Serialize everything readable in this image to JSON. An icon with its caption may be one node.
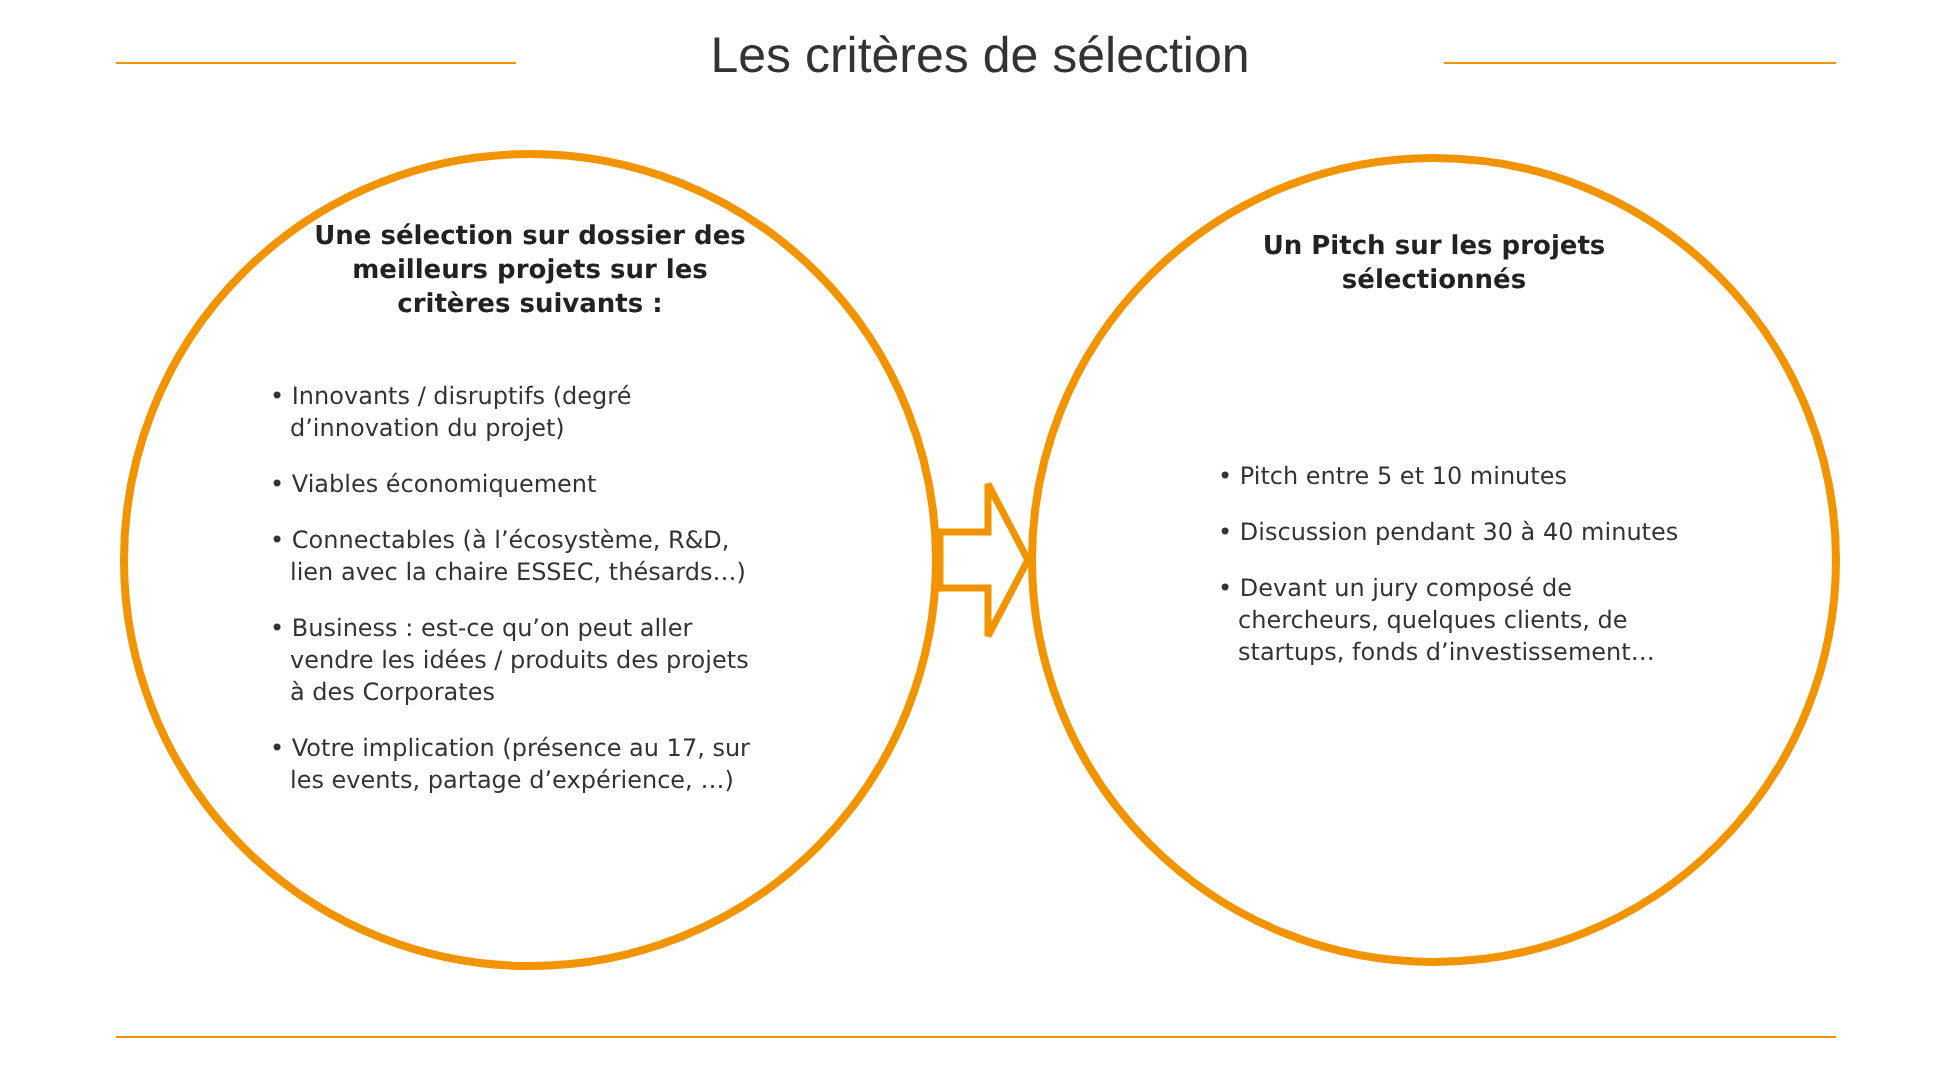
{
  "diagram": {
    "title": "Les critères de sélection",
    "nodes": [
      {
        "text": [
          "Une sélection sur dossier des meilleurs projets sur les critères suivants :",
          "• Innovants / disruptifs (degré d’innovation du projet)",
          "• Viables économiquement",
          "• Connectables (à l’écosystème, R&D, lien avec la chaire ESSEC, thésards…)",
          "• Business : est-ce qu’on peut aller vendre les idées / produits des projets à des Corporates",
          "• Votre implication (présence au 17, sur les events, partage d’expérience, …)"
        ]
      },
      {
        "text": [
          "Un Pitch sur les projets sélectionnés",
          "• Pitch entre 5 et 10 minutes",
          "• Discussion pendant 30 à 40 minutes",
          "• Devant un jury composé de chercheurs, quelques clients, de startups, fonds d’investissement…"
        ]
      }
    ],
    "edges": [
      {
        "from": 0,
        "to": 1,
        "arrow": "to"
      }
    ]
  }
}
